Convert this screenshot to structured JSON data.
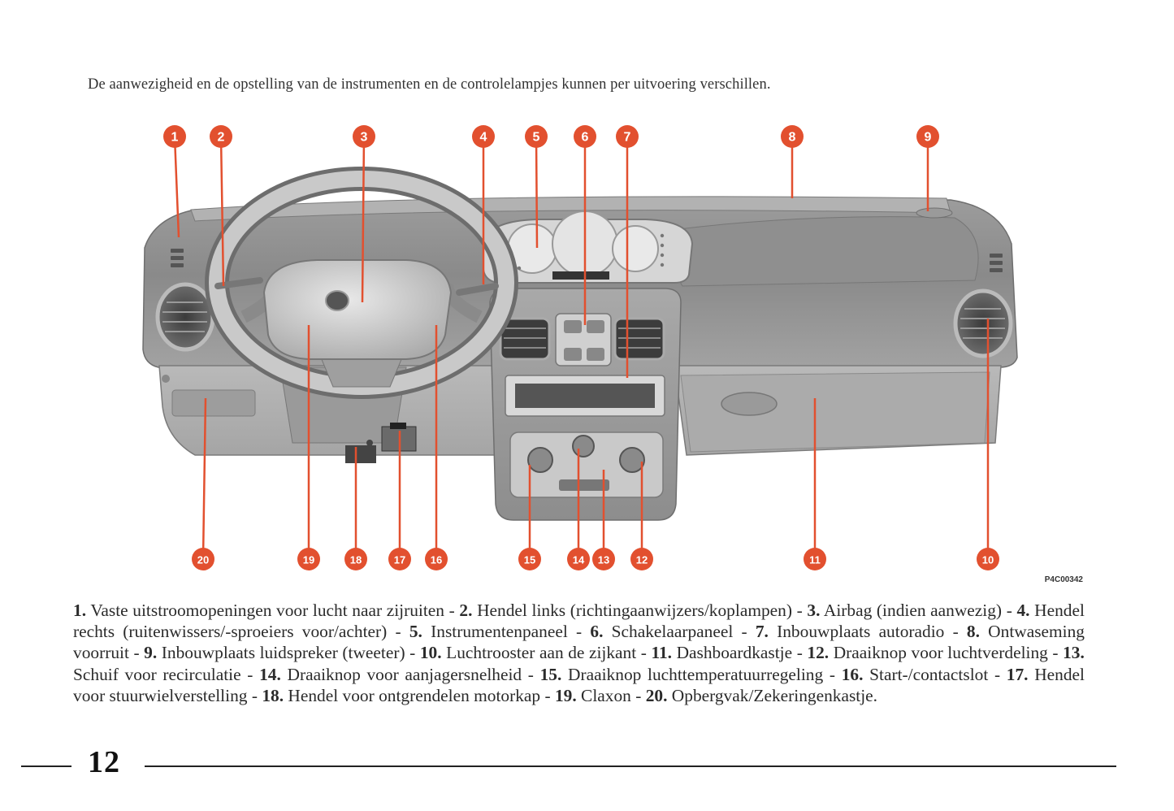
{
  "intro_text": "De aanwezigheid en de opstelling van de instrumenten en de controlelampjes kunnen per uitvoering verschillen.",
  "figure_ref": "P4C00342",
  "page_number": "12",
  "badge_color": "#e2502f",
  "callouts": [
    {
      "n": "1"
    },
    {
      "n": "2"
    },
    {
      "n": "3"
    },
    {
      "n": "4"
    },
    {
      "n": "5"
    },
    {
      "n": "6"
    },
    {
      "n": "7"
    },
    {
      "n": "8"
    },
    {
      "n": "9"
    },
    {
      "n": "10"
    },
    {
      "n": "11"
    },
    {
      "n": "12"
    },
    {
      "n": "13"
    },
    {
      "n": "14"
    },
    {
      "n": "15"
    },
    {
      "n": "16"
    },
    {
      "n": "17"
    },
    {
      "n": "18"
    },
    {
      "n": "19"
    },
    {
      "n": "20"
    }
  ],
  "legend": [
    {
      "num": "1.",
      "text": "Vaste uitstroomopeningen voor lucht naar zijruiten"
    },
    {
      "num": "2.",
      "text": "Hendel links (richtingaanwijzers/koplampen)"
    },
    {
      "num": "3.",
      "text": "Airbag (indien aanwezig)"
    },
    {
      "num": "4.",
      "text": "Hendel rechts (ruitenwissers/-sproeiers voor/achter)"
    },
    {
      "num": "5.",
      "text": "Instrumentenpaneel"
    },
    {
      "num": "6.",
      "text": "Schakelaarpaneel"
    },
    {
      "num": "7.",
      "text": "Inbouwplaats autoradio"
    },
    {
      "num": "8.",
      "text": "Ontwaseming voorruit"
    },
    {
      "num": "9.",
      "text": "Inbouwplaats luidspreker (tweeter)"
    },
    {
      "num": "10.",
      "text": "Luchtrooster aan de zijkant"
    },
    {
      "num": "11.",
      "text": "Dashboardkastje"
    },
    {
      "num": "12.",
      "text": "Draaiknop voor luchtverdeling"
    },
    {
      "num": "13.",
      "text": "Schuif voor recirculatie"
    },
    {
      "num": "14.",
      "text": "Draaiknop voor aanjagersnelheid"
    },
    {
      "num": "15.",
      "text": "Draaiknop luchttemperatuurregeling"
    },
    {
      "num": "16.",
      "text": "Start-/contactslot"
    },
    {
      "num": "17.",
      "text": "Hendel voor stuurwielverstelling"
    },
    {
      "num": "18.",
      "text": "Hendel voor ontgrendelen motorkap"
    },
    {
      "num": "19.",
      "text": "Claxon"
    },
    {
      "num": "20.",
      "text": "Opbergvak/Zekeringenkastje."
    }
  ],
  "legend_separator": "-"
}
